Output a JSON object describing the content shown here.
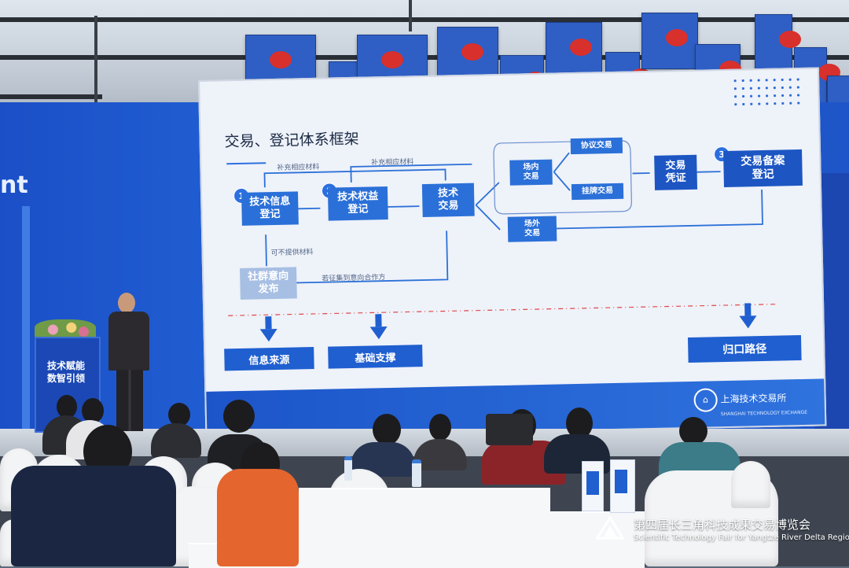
{
  "colors": {
    "wall_blue": "#1e55c8",
    "slide_bg": "#eef2f9",
    "node_blue": "#2b70d8"
  },
  "backdrop": {
    "left_text": "nt"
  },
  "lectern": {
    "text": "技术赋能 数智引领"
  },
  "slide": {
    "title": "交易、登记体系框架",
    "nodes": {
      "info_reg": "技术信息 登记",
      "rights_reg": "技术权益 登记",
      "tech_trade": "技术 交易",
      "community": "社群意向 发布",
      "onsite": "场内 交易",
      "agreement": "协议交易",
      "listing": "挂牌交易",
      "offsite": "场外 交易",
      "voucher": "交易 凭证",
      "filing": "交易备案 登记"
    },
    "numbers": {
      "n1": "1",
      "n2": "2",
      "n3": "3"
    },
    "labels": {
      "supp1": "补充相应材料",
      "supp2": "补充相应材料",
      "no_material": "可不提供材料",
      "intent": "若征集到意向合作方"
    },
    "bottom": {
      "source": "信息来源",
      "support": "基础支撑",
      "path": "归口路径"
    },
    "logo": "上海技术交易所",
    "logo_sub": "SHANGHAI TECHNOLOGY EXCHANGE"
  },
  "event": {
    "cn": "第四届长三角科技成果交易博览会",
    "en": "Scientific Technology Fair for Yangtze River Delta Region"
  }
}
